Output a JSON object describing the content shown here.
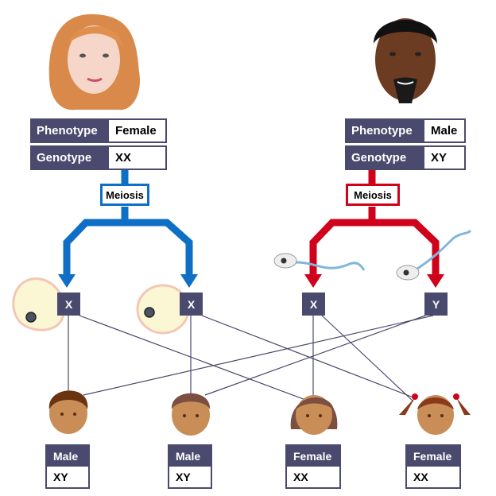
{
  "mother": {
    "phenotype_label": "Phenotype",
    "phenotype": "Female",
    "genotype_label": "Genotype",
    "genotype": "XX",
    "process": "Meiosis",
    "gametes": [
      "X",
      "X"
    ]
  },
  "father": {
    "phenotype_label": "Phenotype",
    "phenotype": "Male",
    "genotype_label": "Genotype",
    "genotype": "XY",
    "process": "Meiosis",
    "gametes": [
      "X",
      "Y"
    ]
  },
  "children": [
    {
      "sex": "Male",
      "genotype": "XY"
    },
    {
      "sex": "Male",
      "genotype": "XY"
    },
    {
      "sex": "Female",
      "genotype": "XX"
    },
    {
      "sex": "Female",
      "genotype": "XX"
    }
  ],
  "colors": {
    "mother": "#0f6fc6",
    "father": "#d0021b",
    "box": "#4a4a6e"
  }
}
